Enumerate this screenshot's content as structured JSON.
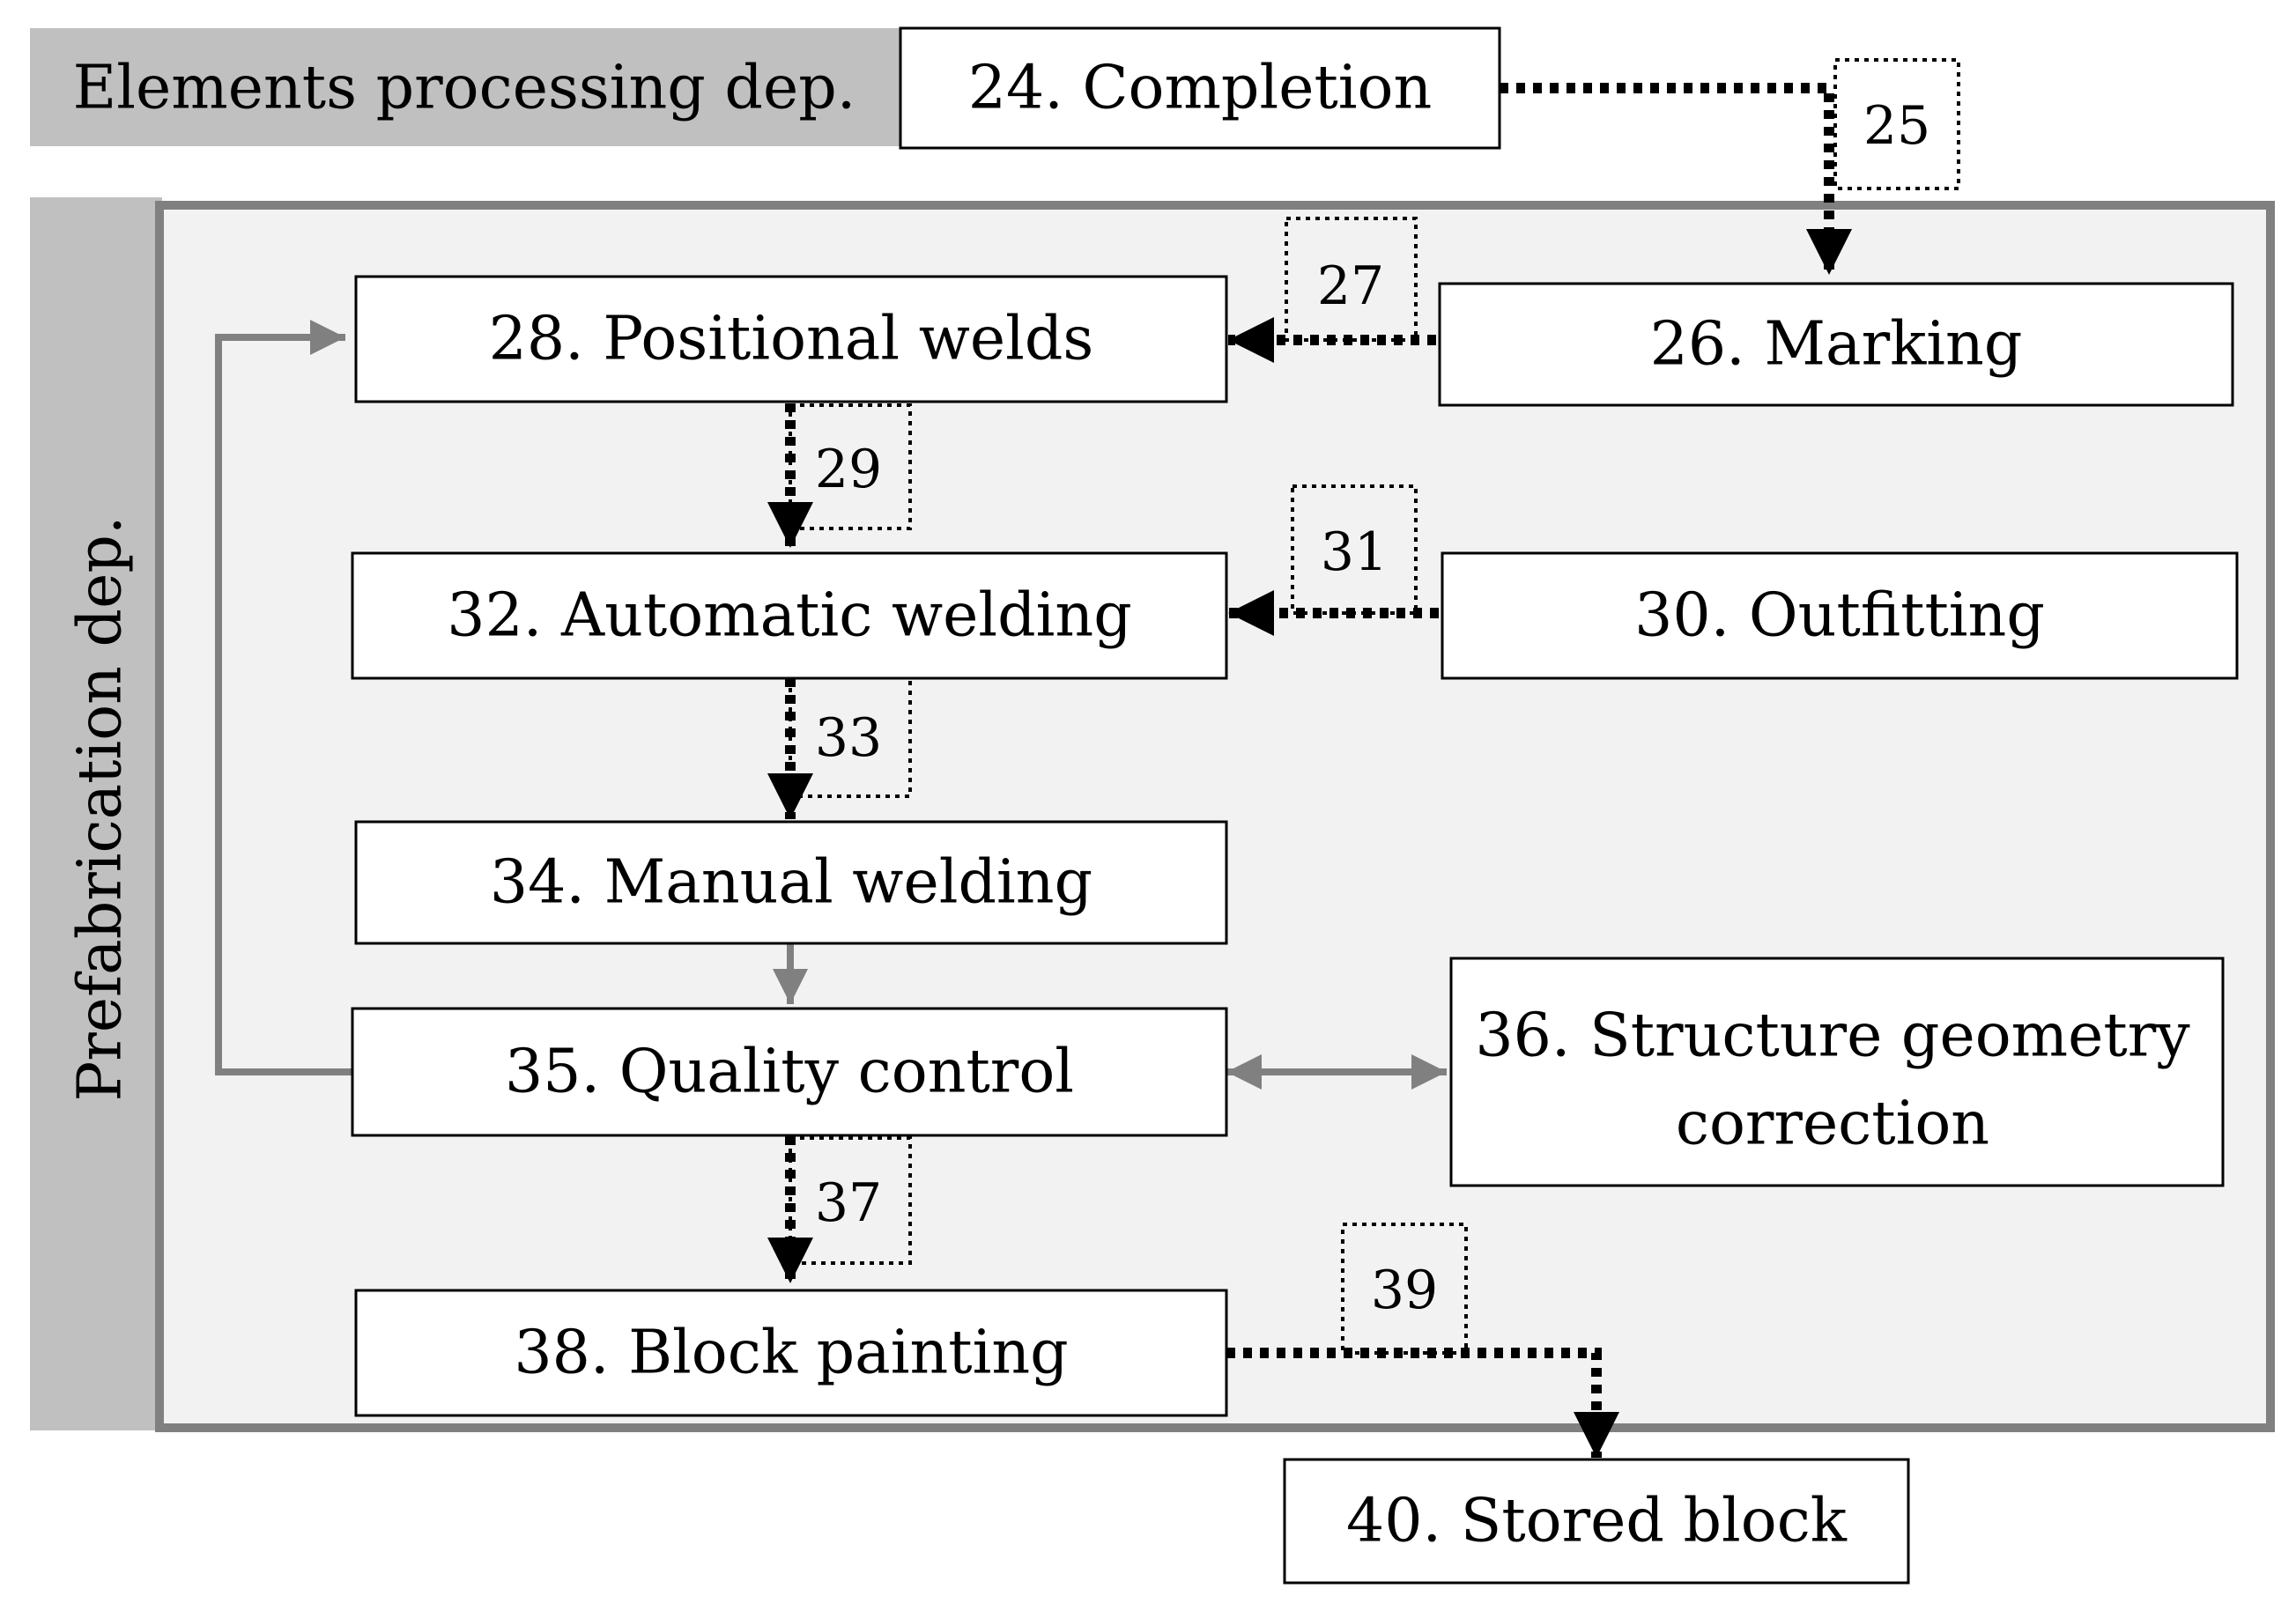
{
  "departments": {
    "elements_processing": "Elements processing dep.",
    "prefabrication": "Prefabrication dep."
  },
  "boxes": {
    "completion": "24. Completion",
    "marking": "26. Marking",
    "positional_welds": "28. Positional welds",
    "outfitting": "30. Outfitting",
    "automatic_welding": "32. Automatic welding",
    "manual_welding": "34. Manual welding",
    "quality_control": "35. Quality control",
    "structure_geometry_correction_line1": "36. Structure geometry",
    "structure_geometry_correction_line2": "correction",
    "block_painting": "38. Block painting",
    "stored_block": "40. Stored block"
  },
  "transitions": {
    "t25": "25",
    "t27": "27",
    "t29": "29",
    "t31": "31",
    "t33": "33",
    "t37": "37",
    "t39": "39"
  },
  "colors": {
    "department_band": "#c0c0c0",
    "prefab_panel_fill": "#f2f2f2",
    "prefab_panel_border": "#808080",
    "gray_arrow": "#808080",
    "transport_arrow": "#000000"
  }
}
